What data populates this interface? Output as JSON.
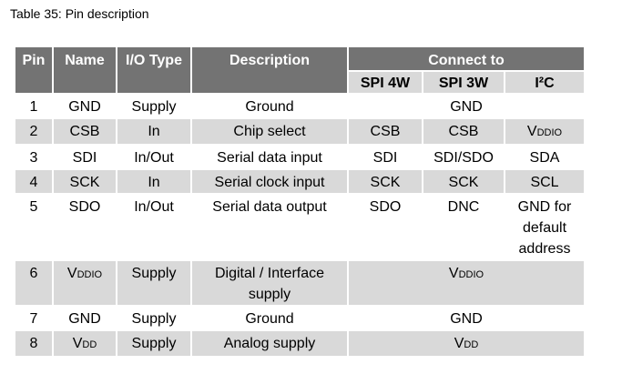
{
  "caption": "Table 35: Pin description",
  "headers": {
    "pin": "Pin",
    "name": "Name",
    "io_type": "I/O Type",
    "description": "Description",
    "connect_to": "Connect to",
    "spi4w": "SPI 4W",
    "spi3w": "SPI 3W",
    "i2c": "I²C"
  },
  "rows": [
    {
      "pin": "1",
      "name": "GND",
      "io": "Supply",
      "desc": "Ground",
      "connect": "GND"
    },
    {
      "pin": "2",
      "name": "CSB",
      "io": "In",
      "desc": "Chip select",
      "spi4w": "CSB",
      "spi3w": "CSB",
      "i2c_main": "V",
      "i2c_sub": "DDIO"
    },
    {
      "pin": "3",
      "name": "SDI",
      "io": "In/Out",
      "desc": "Serial data input",
      "spi4w": "SDI",
      "spi3w": "SDI/SDO",
      "i2c": "SDA"
    },
    {
      "pin": "4",
      "name": "SCK",
      "io": "In",
      "desc": "Serial clock input",
      "spi4w": "SCK",
      "spi3w": "SCK",
      "i2c": "SCL"
    },
    {
      "pin": "5",
      "name": "SDO",
      "io": "In/Out",
      "desc": "Serial data output",
      "spi4w": "SDO",
      "spi3w": "DNC",
      "i2c_l1": "GND for",
      "i2c_l2": "default",
      "i2c_l3": "address"
    },
    {
      "pin": "6",
      "name_main": "V",
      "name_sub": "DDIO",
      "io": "Supply",
      "desc_l1": "Digital / Interface",
      "desc_l2": "supply",
      "connect_main": "V",
      "connect_sub": "DDIO"
    },
    {
      "pin": "7",
      "name": "GND",
      "io": "Supply",
      "desc": "Ground",
      "connect": "GND"
    },
    {
      "pin": "8",
      "name_main": "V",
      "name_sub": "DD",
      "io": "Supply",
      "desc": "Analog supply",
      "connect_main": "V",
      "connect_sub": "DD"
    }
  ]
}
